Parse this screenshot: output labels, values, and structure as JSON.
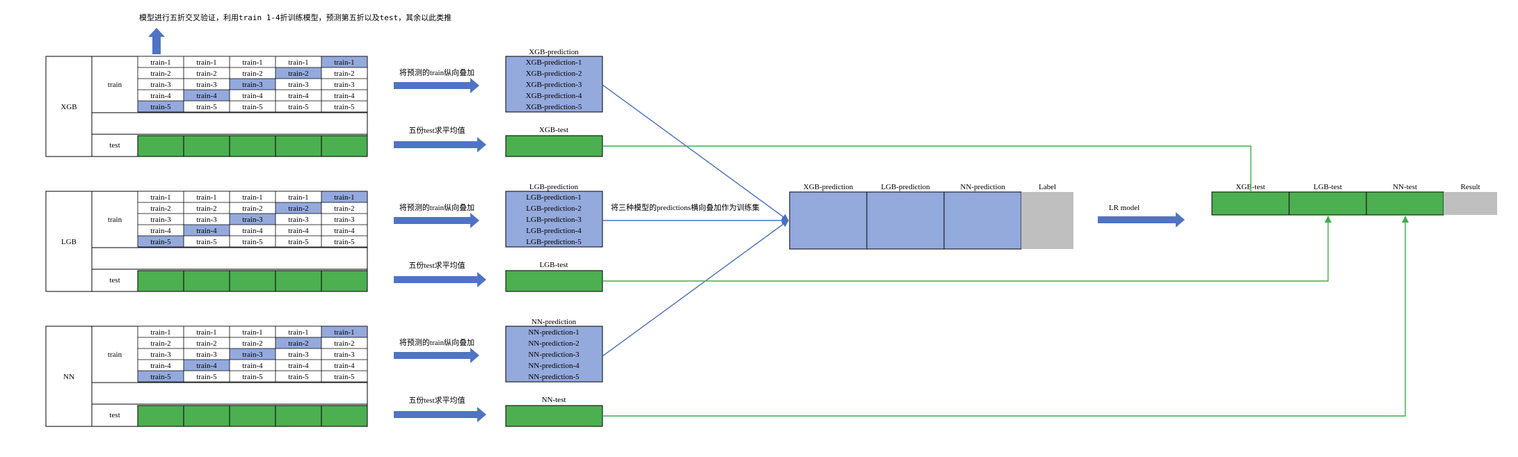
{
  "note": "模型进行五折交叉验证，利用train 1-4折训练模型，预测第五折以及test，其余以此类推",
  "colors": {
    "blue": "#94a9dc",
    "green": "#4caf50",
    "gray": "#bfbfbf",
    "arrow": "#4f74c4",
    "greenline": "#3fae4a",
    "blueline": "#4a6fc2"
  },
  "row_label_train": "train",
  "row_label_test": "test",
  "folds": [
    [
      "train-1",
      "train-2",
      "train-3",
      "train-4",
      "train-5"
    ],
    [
      "train-1",
      "train-2",
      "train-3",
      "train-4",
      "train-5"
    ],
    [
      "train-1",
      "train-2",
      "train-3",
      "train-4",
      "train-5"
    ],
    [
      "train-1",
      "train-2",
      "train-3",
      "train-4",
      "train-5"
    ],
    [
      "train-1",
      "train-2",
      "train-3",
      "train-4",
      "train-5"
    ]
  ],
  "highlight_rows": [
    4,
    3,
    2,
    1,
    0
  ],
  "models": [
    {
      "name": "XGB",
      "stack_arrow_label": "将预测的train纵向叠加",
      "avg_arrow_label": "五份test求平均值",
      "prediction_title": "XGB-prediction",
      "predictions": [
        "XGB-prediction-1",
        "XGB-prediction-2",
        "XGB-prediction-3",
        "XGB-prediction-4",
        "XGB-prediction-5"
      ],
      "test_title": "XGB-test"
    },
    {
      "name": "LGB",
      "stack_arrow_label": "将预测的train纵向叠加",
      "avg_arrow_label": "五份test求平均值",
      "prediction_title": "LGB-prediction",
      "predictions": [
        "LGB-prediction-1",
        "LGB-prediction-2",
        "LGB-prediction-3",
        "LGB-prediction-4",
        "LGB-prediction-5"
      ],
      "test_title": "LGB-test"
    },
    {
      "name": "NN",
      "stack_arrow_label": "将预测的train纵向叠加",
      "avg_arrow_label": "五份test求平均值",
      "prediction_title": "NN-prediction",
      "predictions": [
        "NN-prediction-1",
        "NN-prediction-2",
        "NN-prediction-3",
        "NN-prediction-4",
        "NN-prediction-5"
      ],
      "test_title": "NN-test"
    }
  ],
  "stack_label": "将三种模型的predictions横向叠加作为训练集",
  "train_set_headers": [
    "XGB-prediction",
    "LGB-prediction",
    "NN-prediction",
    "Label"
  ],
  "lr_label": "LR model",
  "result_headers": [
    "XGB-test",
    "LGB-test",
    "NN-test",
    "Result"
  ]
}
